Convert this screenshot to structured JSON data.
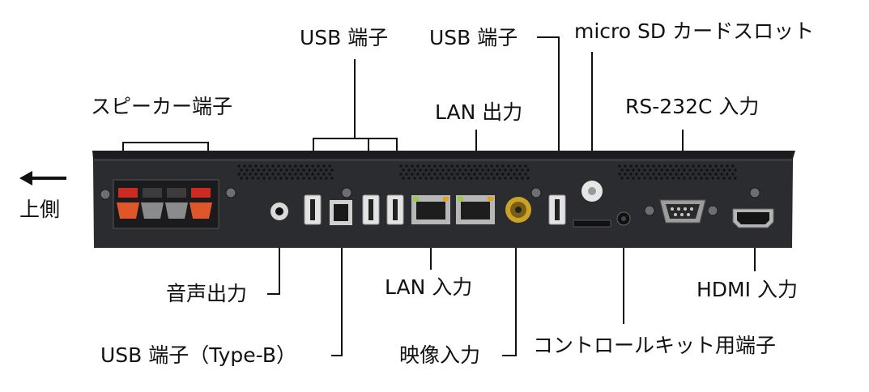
{
  "labels": {
    "usb_top_left": "USB 端子",
    "usb_top_right": "USB 端子",
    "micro_sd": "micro SD カードスロット",
    "speaker": "スピーカー端子",
    "lan_out": "LAN 出力",
    "rs232c": "RS-232C 入力",
    "side_top": "上側",
    "audio_out": "音声出力",
    "lan_in": "LAN 入力",
    "hdmi_in": "HDMI 入力",
    "usb_type_b": "USB 端子（Type-B）",
    "video_in": "映像入力",
    "control_kit": "コントロールキット用端子"
  },
  "colors": {
    "panel": "#2b2c2f",
    "panel_edge": "#1a1b1d",
    "speaker_accent": "#e0562b",
    "video_ring": "#c9a227",
    "line": "#111111"
  }
}
